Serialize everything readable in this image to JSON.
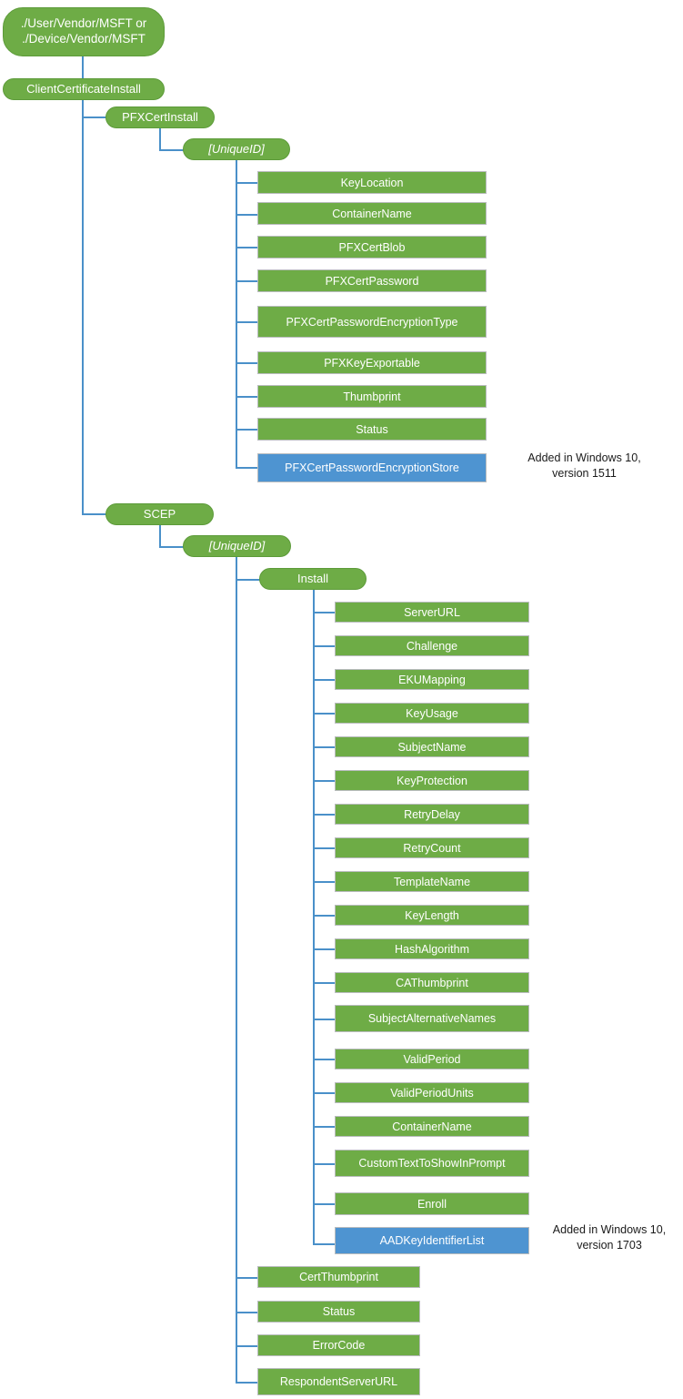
{
  "diagram": {
    "title": "ClientCertificateInstall CSP configuration service provider tree",
    "colors": {
      "node_green": "#6eac46",
      "node_blue": "#4e94d1",
      "connector": "#4a90c9",
      "node_text": "#ffffff",
      "note_text": "#1a1a1a",
      "background": "#ffffff"
    },
    "root": {
      "label": "./User/Vendor/MSFT or\n./Device/Vendor/MSFT"
    },
    "level1": {
      "label": "ClientCertificateInstall"
    },
    "branches": [
      {
        "label": "PFXCertInstall",
        "child": {
          "label": "[UniqueID]"
        },
        "leaves": [
          {
            "label": "KeyLocation",
            "color": "green"
          },
          {
            "label": "ContainerName",
            "color": "green"
          },
          {
            "label": "PFXCertBlob",
            "color": "green"
          },
          {
            "label": "PFXCertPassword",
            "color": "green"
          },
          {
            "label": "PFXCertPasswordEncryptionType",
            "color": "green"
          },
          {
            "label": "PFXKeyExportable",
            "color": "green"
          },
          {
            "label": "Thumbprint",
            "color": "green"
          },
          {
            "label": "Status",
            "color": "green"
          },
          {
            "label": "PFXCertPasswordEncryptionStore",
            "color": "blue",
            "note": "Added in Windows 10,\nversion 1511"
          }
        ]
      },
      {
        "label": "SCEP",
        "child": {
          "label": "[UniqueID]"
        },
        "install": {
          "label": "Install"
        },
        "install_leaves": [
          {
            "label": "ServerURL",
            "color": "green"
          },
          {
            "label": "Challenge",
            "color": "green"
          },
          {
            "label": "EKUMapping",
            "color": "green"
          },
          {
            "label": "KeyUsage",
            "color": "green"
          },
          {
            "label": "SubjectName",
            "color": "green"
          },
          {
            "label": "KeyProtection",
            "color": "green"
          },
          {
            "label": "RetryDelay",
            "color": "green"
          },
          {
            "label": "RetryCount",
            "color": "green"
          },
          {
            "label": "TemplateName",
            "color": "green"
          },
          {
            "label": "KeyLength",
            "color": "green"
          },
          {
            "label": "HashAlgorithm",
            "color": "green"
          },
          {
            "label": "CAThumbprint",
            "color": "green"
          },
          {
            "label": "SubjectAlternativeNames",
            "color": "green"
          },
          {
            "label": "ValidPeriod",
            "color": "green"
          },
          {
            "label": "ValidPeriodUnits",
            "color": "green"
          },
          {
            "label": "ContainerName",
            "color": "green"
          },
          {
            "label": "CustomTextToShowInPrompt",
            "color": "green"
          },
          {
            "label": "Enroll",
            "color": "green"
          },
          {
            "label": "AADKeyIdentifierList",
            "color": "blue",
            "note": "Added in Windows 10,\nversion 1703"
          }
        ],
        "unique_leaves": [
          {
            "label": "CertThumbprint",
            "color": "green"
          },
          {
            "label": "Status",
            "color": "green"
          },
          {
            "label": "ErrorCode",
            "color": "green"
          },
          {
            "label": "RespondentServerURL",
            "color": "green"
          }
        ]
      }
    ],
    "notes": [
      {
        "text": "Added in Windows 10,\nversion 1511"
      },
      {
        "text": "Added in Windows 10,\nversion 1703"
      }
    ]
  }
}
